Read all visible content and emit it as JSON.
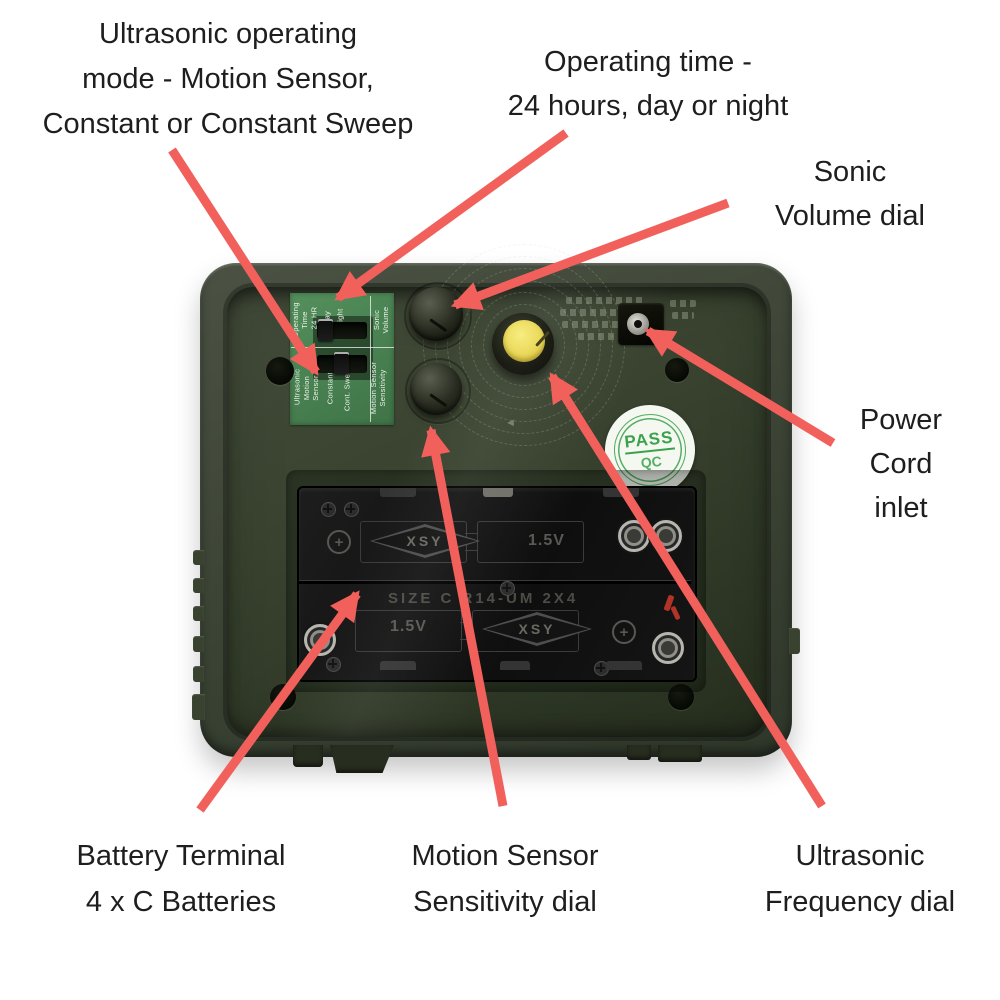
{
  "colors": {
    "arrow_red": "#f2605c",
    "case_green": "#3d4536",
    "label_green": "#4d8a56",
    "sticker_green": "#3ba24c",
    "dial_yellow": "#e8d650",
    "background": "#ffffff"
  },
  "callouts": {
    "operating_mode": {
      "lines": [
        "Ultrasonic operating",
        "mode - Motion Sensor,",
        "Constant or Constant Sweep"
      ]
    },
    "operating_time": {
      "lines": [
        "Operating time -",
        "24 hours, day or night"
      ]
    },
    "sonic_volume": {
      "lines": [
        "Sonic",
        "Volume dial"
      ]
    },
    "power_cord": {
      "lines": [
        "Power",
        "Cord",
        "inlet"
      ]
    },
    "battery_terminal": {
      "lines": [
        "Battery Terminal",
        "4 x C Batteries"
      ]
    },
    "motion_sensor": {
      "lines": [
        "Motion Sensor",
        "Sensitivity dial"
      ]
    },
    "ultrasonic_frequency": {
      "lines": [
        "Ultrasonic",
        "Frequency dial"
      ]
    }
  },
  "device": {
    "control_label": {
      "top": {
        "group": "Operating\nTime",
        "options": [
          "24 HR",
          "Day",
          "Night"
        ],
        "right": "Sonic\nVolume"
      },
      "bottom": {
        "group": "Ultrasonic",
        "options": [
          "Motion\nSensor",
          "Constant",
          "Cont. Sweep"
        ],
        "right": "Motion Sensor\nSensitivity"
      }
    },
    "qc_sticker": {
      "line1": "PASS",
      "line2": "QC"
    },
    "battery": {
      "brand": "XSY",
      "voltage": "1.5V",
      "size_marking": "SIZE C R14-UM 2X4",
      "plus": "+"
    },
    "embossed": {
      "arrow_marking": "◄"
    }
  }
}
